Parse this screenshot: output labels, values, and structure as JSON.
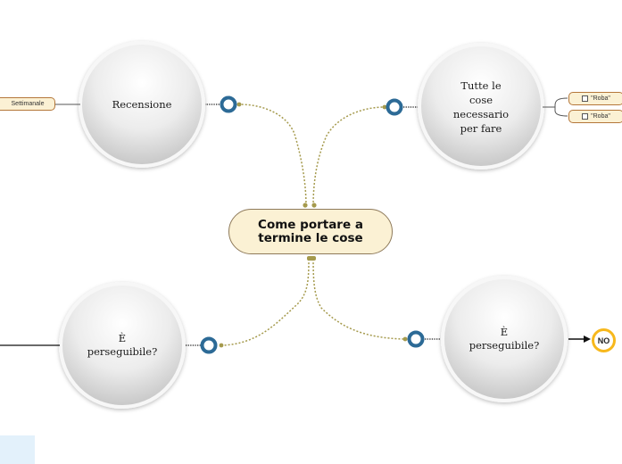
{
  "central": {
    "label": "Come portare a termine le cose"
  },
  "branches": [
    {
      "id": "recensione",
      "label": "Recensione",
      "tag": "Settimanale"
    },
    {
      "id": "tutte",
      "label": "Tutte le cose necessario per fare",
      "items": [
        "\"Roba\"",
        "\"Roba\""
      ]
    },
    {
      "id": "perseguibile_left",
      "label": "È perseguibile?"
    },
    {
      "id": "perseguibile_right",
      "label": "È perseguibile?",
      "result": "NO"
    }
  ],
  "colors": {
    "connector": "#a59a4d",
    "knob": "#2c6a96",
    "central_fill": "#fbf1d4",
    "no_ring": "#f7b81c"
  }
}
